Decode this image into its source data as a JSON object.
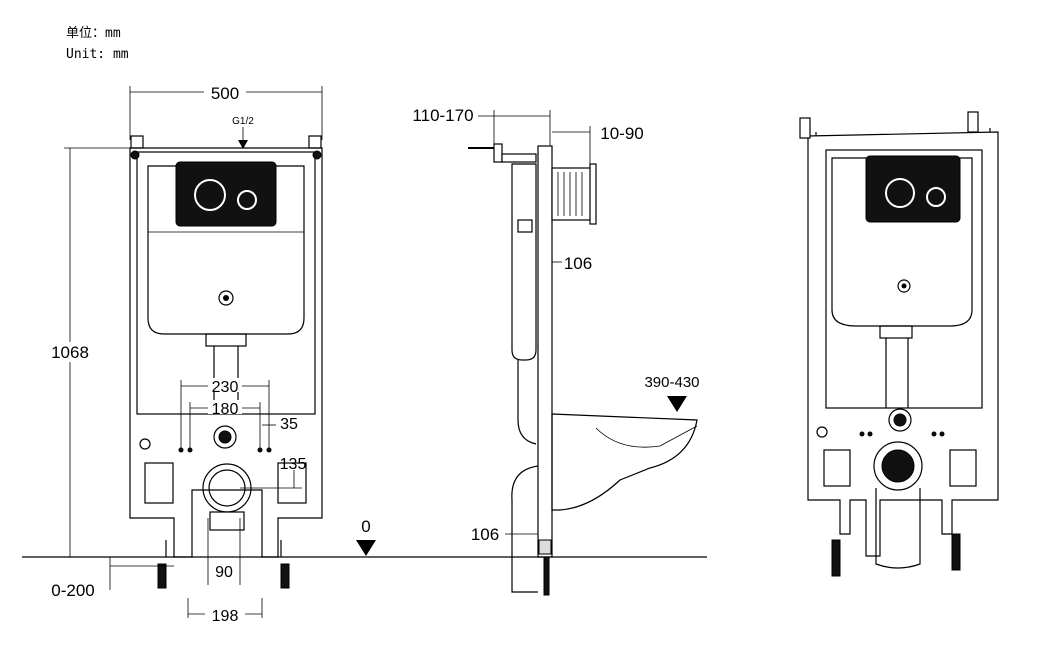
{
  "units": {
    "zh": "单位：mm",
    "en": "Unit: mm"
  },
  "front_view": {
    "width": "500",
    "inlet": "G1/2",
    "height": "1068",
    "spacing_outer": "230",
    "spacing_inner": "180",
    "bolt_offset": "35",
    "outlet_dia": "135",
    "leg_gap": "90",
    "foot_width": "198",
    "leg_adjust": "0-200"
  },
  "side_view": {
    "flush_depth": "110-170",
    "wall_thickness": "10-90",
    "frame_depth_top": "106",
    "frame_depth_bottom": "106",
    "seat_height": "390-430",
    "floor_level": "0"
  }
}
